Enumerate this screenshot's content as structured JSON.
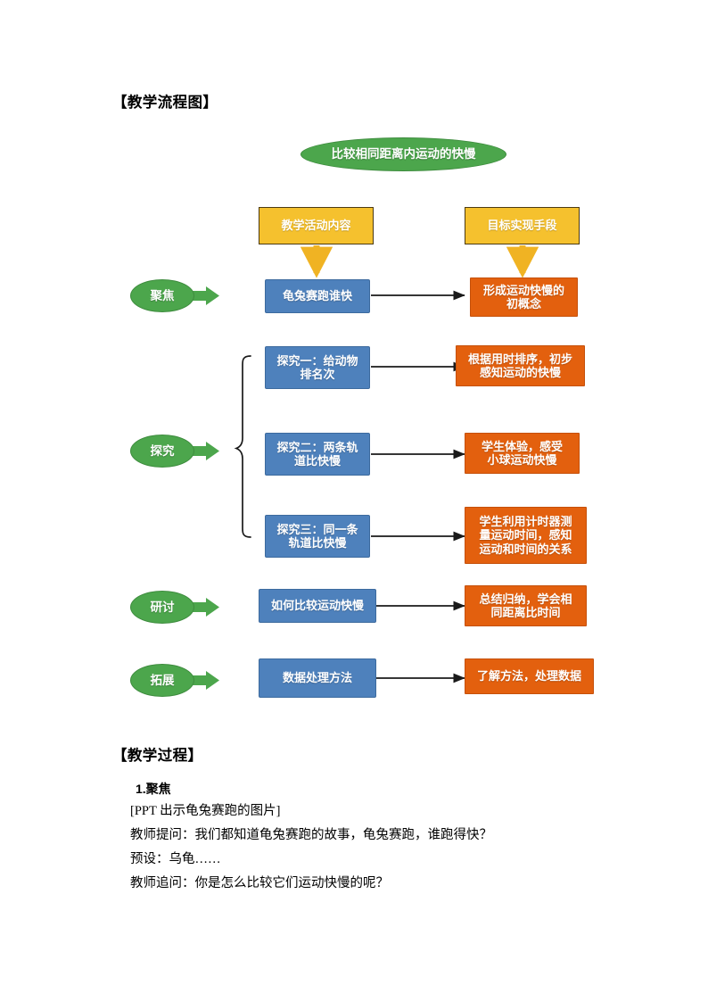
{
  "document": {
    "heading_flowchart": "【教学流程图】",
    "heading_process": "【教学过程】"
  },
  "flowchart": {
    "title_node": "比较相同距离内运动的快慢",
    "column_headers": [
      {
        "label": "教学活动内容"
      },
      {
        "label": "目标实现手段"
      }
    ],
    "stages": [
      {
        "label": "聚焦"
      },
      {
        "label": "探究"
      },
      {
        "label": "研讨"
      },
      {
        "label": "拓展"
      }
    ],
    "activities": [
      {
        "label": "龟兔赛跑谁快"
      },
      {
        "label": "探究一：给动物\n排名次"
      },
      {
        "label": "探究二：两条轨\n道比快慢"
      },
      {
        "label": "探究三：同一条\n轨道比快慢"
      },
      {
        "label": "如何比较运动快慢"
      },
      {
        "label": "数据处理方法"
      }
    ],
    "outcomes": [
      {
        "label": "形成运动快慢的\n初概念"
      },
      {
        "label": "根据用时排序，初步\n感知运动的快慢"
      },
      {
        "label": "学生体验，感受\n小球运动快慢"
      },
      {
        "label": "学生利用计时器测\n量运动时间，感知\n运动和时间的关系"
      },
      {
        "label": "总结归纳，学会相\n同距离比时间"
      },
      {
        "label": "了解方法，处理数据"
      }
    ],
    "colors": {
      "green": "#4CA64C",
      "yellow": "#F5C12E",
      "blue": "#4E81BC",
      "orange": "#E3600E",
      "arrow": "#1A1A1A",
      "brace": "#1A1A1A"
    }
  },
  "process": {
    "lines": [
      {
        "text": "1.聚焦",
        "bold": true
      },
      {
        "text": "[PPT 出示龟兔赛跑的图片]",
        "bold": false
      },
      {
        "text": "教师提问：我们都知道龟兔赛跑的故事，龟兔赛跑，谁跑得快？",
        "bold": false
      },
      {
        "text": "预设：乌龟……",
        "bold": false
      },
      {
        "text": "教师追问：你是怎么比较它们运动快慢的呢？",
        "bold": false
      }
    ]
  }
}
